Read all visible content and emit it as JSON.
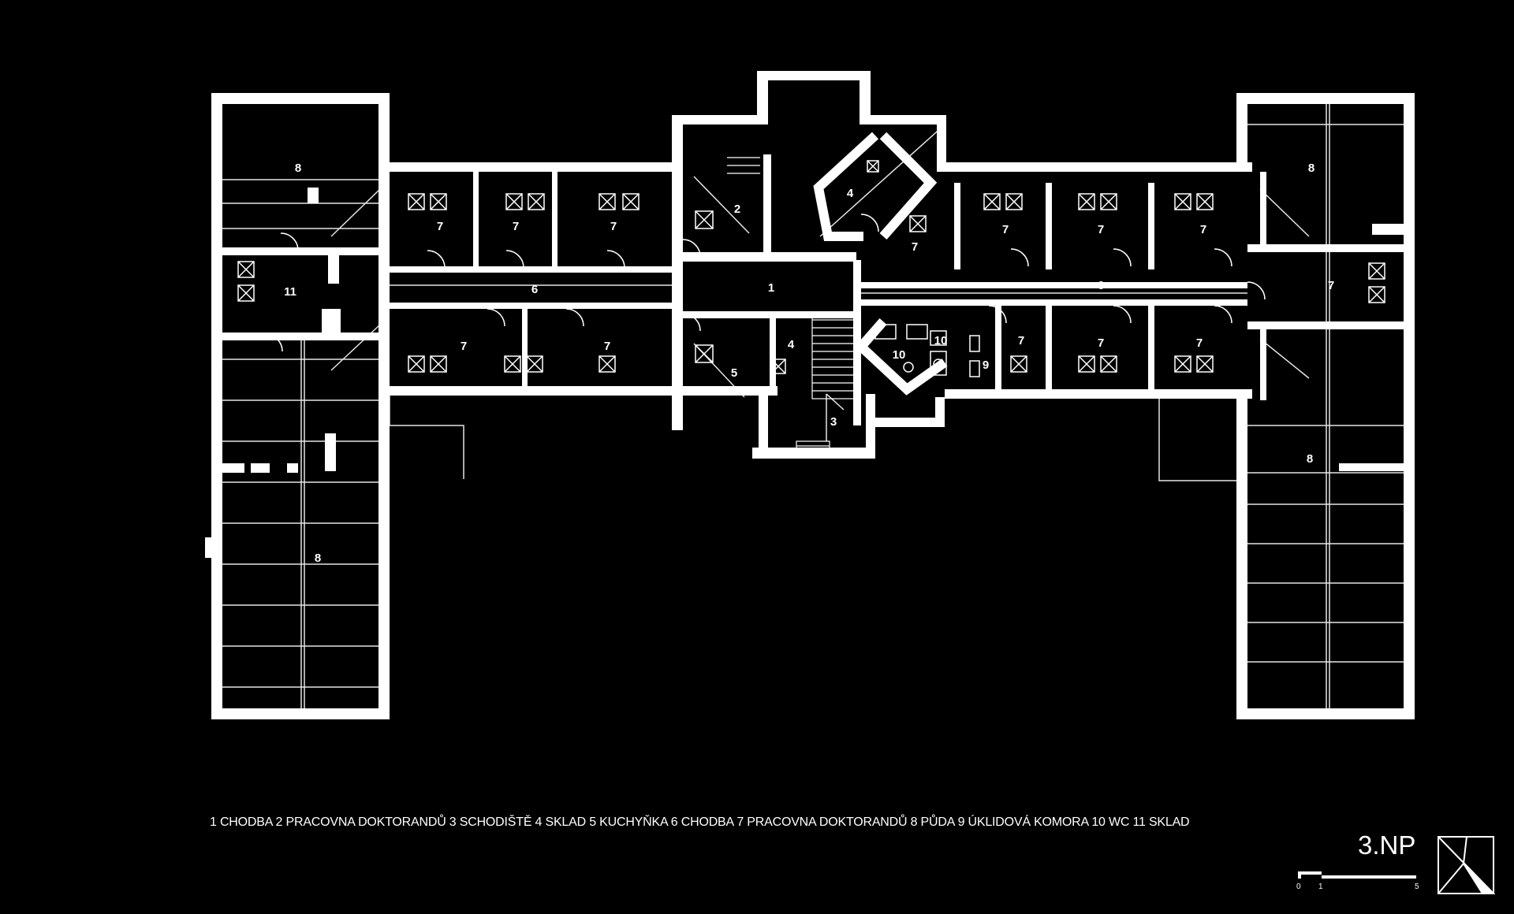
{
  "drawing": {
    "floor_label": "3.NP",
    "legend_text": "1 CHODBA 2 PRACOVNA DOKTORANDŮ 3 SCHODIŠTĚ 4 SKLAD 5 KUCHYŇKA 6 CHODBA 7 PRACOVNA DOKTORANDŮ 8 PŮDA 9 ÚKLIDOVÁ KOMORA 10 WC 11 SKLAD",
    "scale_labels": [
      "0",
      "1",
      "5"
    ]
  },
  "room_labels": [
    {
      "id": "west-attic-top",
      "text": "8"
    },
    {
      "id": "west-attic-bottom",
      "text": "8"
    },
    {
      "id": "west-storage",
      "text": "11"
    },
    {
      "id": "west-office-n1",
      "text": "7"
    },
    {
      "id": "west-office-n2",
      "text": "7"
    },
    {
      "id": "west-office-n3",
      "text": "7"
    },
    {
      "id": "west-corridor",
      "text": "6"
    },
    {
      "id": "west-office-s1",
      "text": "7"
    },
    {
      "id": "west-office-s2",
      "text": "7"
    },
    {
      "id": "central-office",
      "text": "2"
    },
    {
      "id": "central-corridor",
      "text": "1"
    },
    {
      "id": "central-storage-diag",
      "text": "4"
    },
    {
      "id": "central-storage",
      "text": "4"
    },
    {
      "id": "kitchenette",
      "text": "5"
    },
    {
      "id": "staircase",
      "text": "3"
    },
    {
      "id": "central-office-east",
      "text": "7"
    },
    {
      "id": "wc-a",
      "text": "10"
    },
    {
      "id": "wc-b",
      "text": "10"
    },
    {
      "id": "cleaning-room",
      "text": "9"
    },
    {
      "id": "east-office-n1",
      "text": "7"
    },
    {
      "id": "east-office-n2",
      "text": "7"
    },
    {
      "id": "east-office-n3",
      "text": "7"
    },
    {
      "id": "east-corridor",
      "text": "6"
    },
    {
      "id": "east-office-s1",
      "text": "7"
    },
    {
      "id": "east-office-s2",
      "text": "7"
    },
    {
      "id": "east-office-s3",
      "text": "7"
    },
    {
      "id": "east-office-wing",
      "text": "7"
    },
    {
      "id": "east-attic-top",
      "text": "8"
    },
    {
      "id": "east-attic-bottom",
      "text": "8"
    }
  ]
}
